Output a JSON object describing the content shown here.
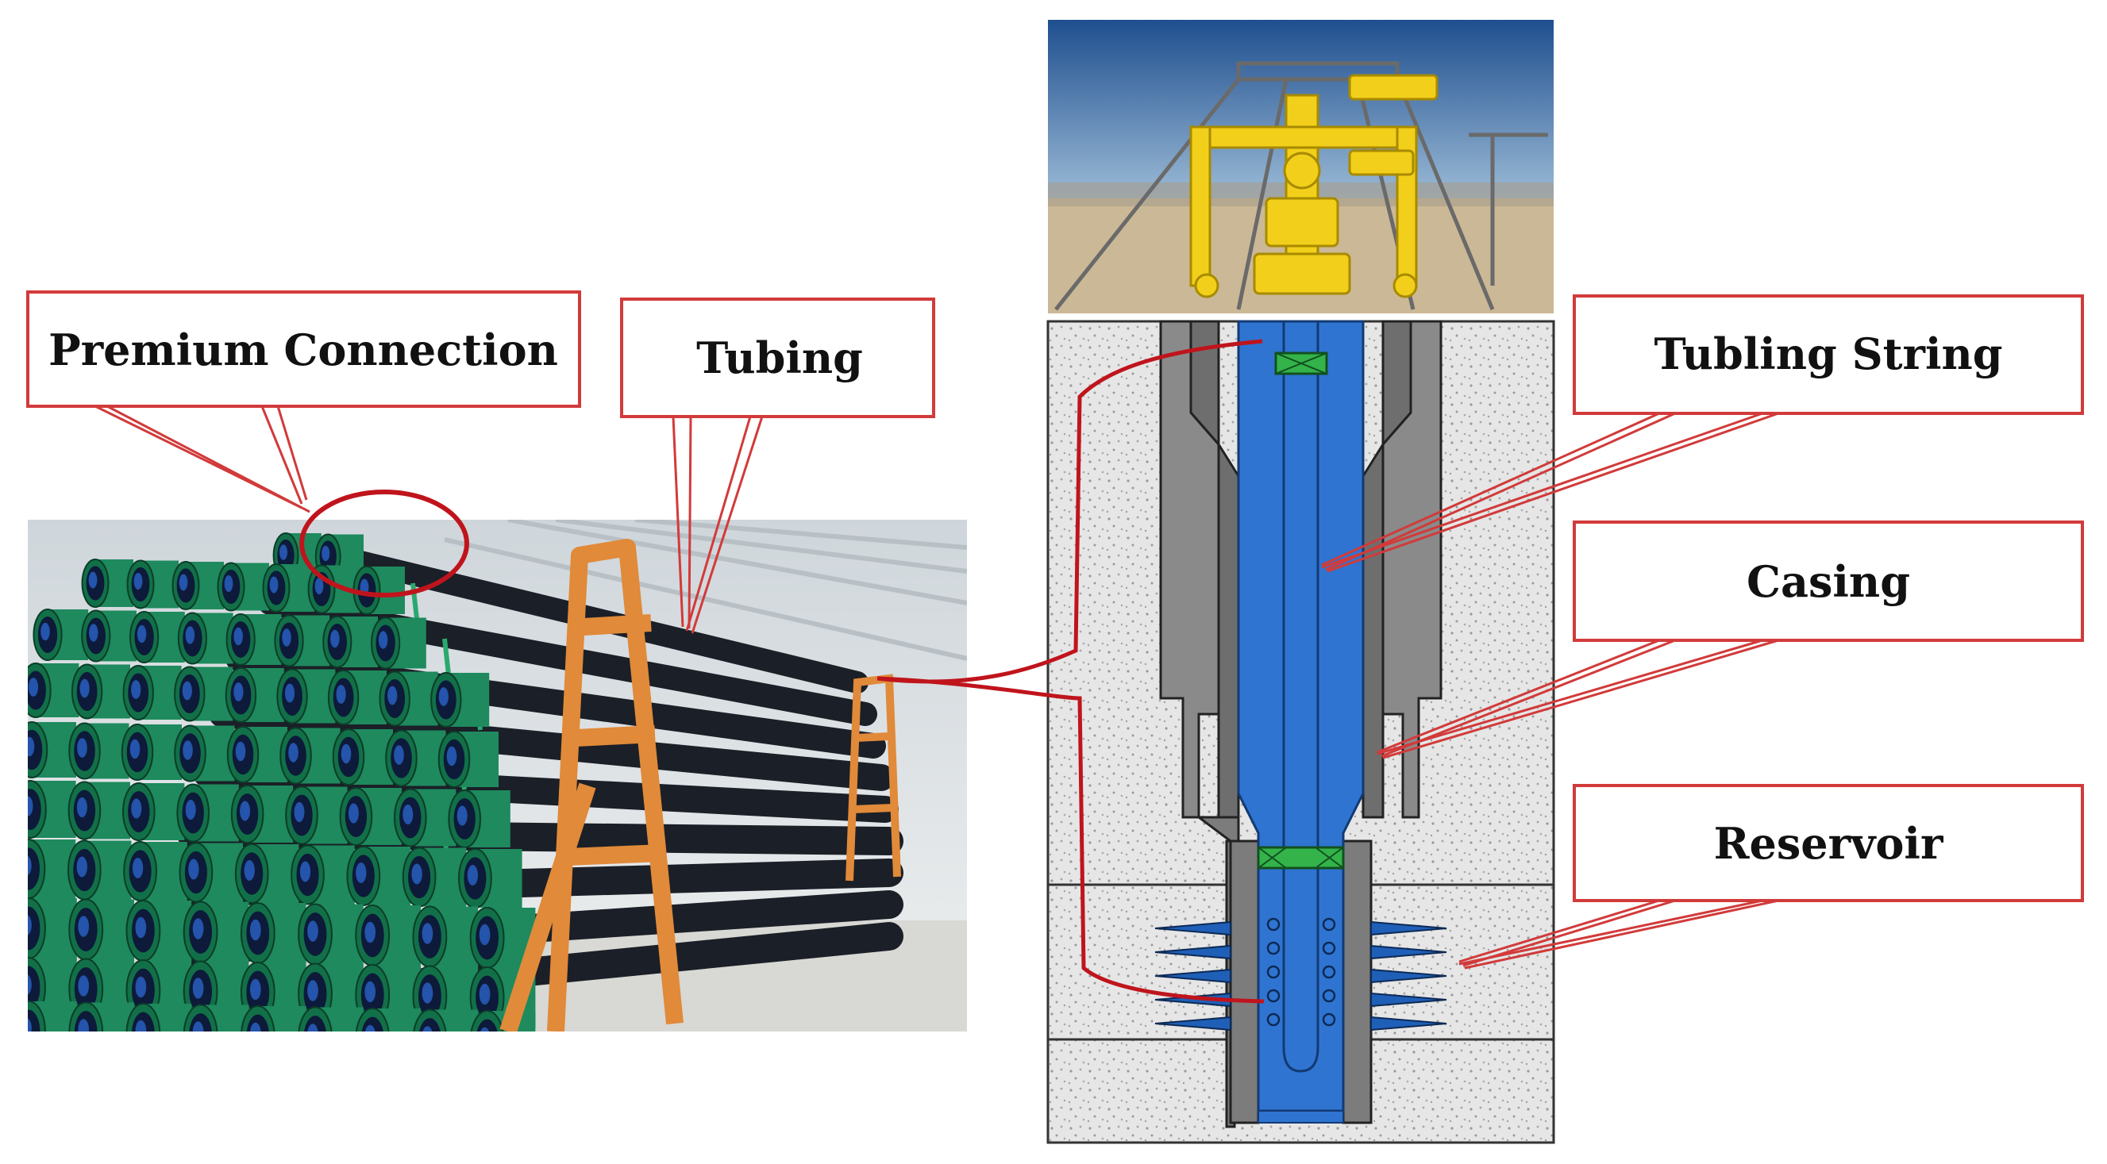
{
  "labels": {
    "premium_connection": "Premium Connection",
    "tubing": "Tubing",
    "tubing_string": "Tubling String",
    "casing": "Casing",
    "reservoir": "Reservoir"
  },
  "colors": {
    "callout_border": "#d23a3a",
    "leader_red": "#c0141c",
    "tubing_blue": "#2f74d0",
    "packer_green": "#33b34a",
    "casing_gray": "#8a8a8a",
    "wellhead_yellow": "#f2cf1a",
    "pipe_green": "#1e8a5e",
    "rack_orange": "#e08a3a"
  }
}
